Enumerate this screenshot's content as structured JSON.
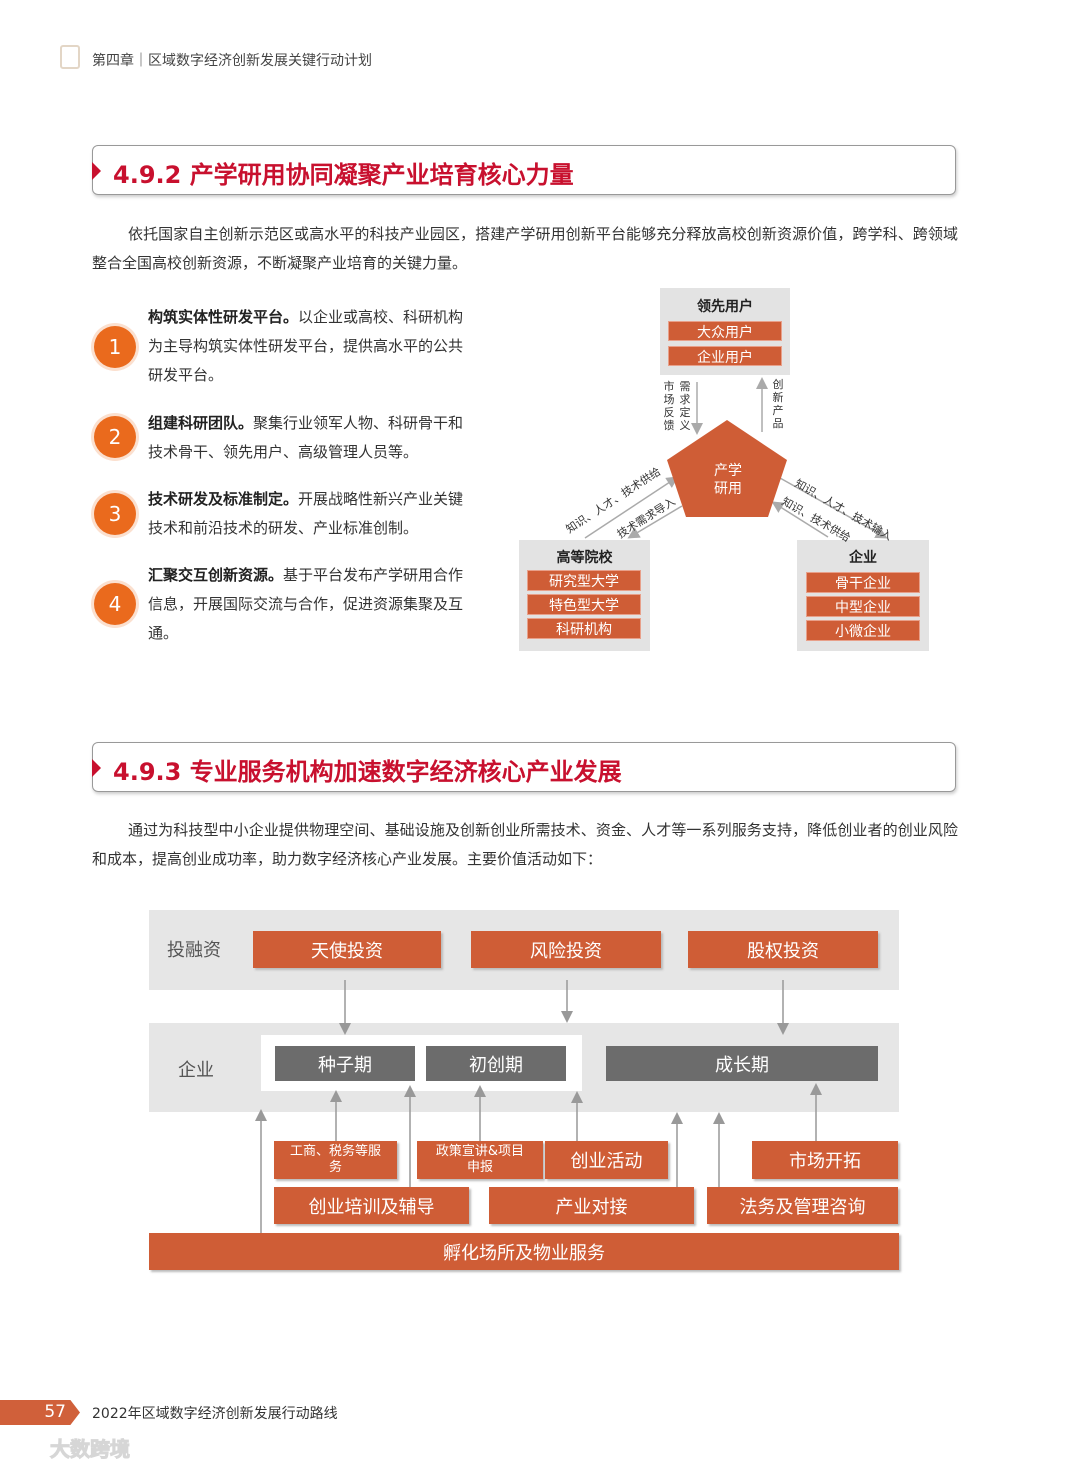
{
  "header": {
    "chapter": "第四章｜区域数字经济创新发展关键行动计划",
    "icon": "document-icon"
  },
  "section1": {
    "title": "4.9.2 产学研用协同凝聚产业培育核心力量",
    "intro": "依托国家自主创新示范区或高水平的科技产业园区，搭建产学研用创新平台能够充分释放高校创新资源价值，跨学科、跨领域整合全国高校创新资源，不断凝聚产业培育的关键力量。",
    "items": [
      {
        "num": "1",
        "title": "构筑实体性研发平台。",
        "text": "以企业或高校、科研机构为主导构筑实体性研发平台，提供高水平的公共研发平台。"
      },
      {
        "num": "2",
        "title": "组建科研团队。",
        "text": "聚集行业领军人物、科研骨干和技术骨干、领先用户、高级管理人员等。"
      },
      {
        "num": "3",
        "title": "技术研发及标准制定。",
        "text": "开展战略性新兴产业关键技术和前沿技术的研发、产业标准创制。"
      },
      {
        "num": "4",
        "title": "汇聚交互创新资源。",
        "text": "基于平台发布产学研用合作信息，开展国际交流与合作，促进资源集聚及互通。"
      }
    ],
    "diagram": {
      "center": [
        "产学",
        "研用"
      ],
      "top": {
        "title": "领先用户",
        "items": [
          "大众用户",
          "企业用户"
        ]
      },
      "left": {
        "title": "高等院校",
        "items": [
          "研究型大学",
          "特色型大学",
          "科研机构"
        ]
      },
      "right": {
        "title": "企业",
        "items": [
          "骨干企业",
          "中型企业",
          "小微企业"
        ]
      },
      "labels": {
        "market": "市场反馈",
        "demand": "需求定义",
        "product": "创新产品",
        "left_up": "知识、人才、技术供给",
        "left_down": "技术需求导入",
        "right_down": "知识、人才、技术输入",
        "right_up": "知识、技术供给"
      }
    }
  },
  "section2": {
    "title": "4.9.3 专业服务机构加速数字经济核心产业发展",
    "intro": "通过为科技型中小企业提供物理空间、基础设施及创新创业所需技术、资金、人才等一系列服务支持，降低创业者的创业风险和成本，提高创业成功率，助力数字经济核心产业发展。主要价值活动如下：",
    "flow": {
      "finance_label": "投融资",
      "finance": [
        "天使投资",
        "风险投资",
        "股权投资"
      ],
      "enterprise_label": "企业",
      "stages": [
        "种子期",
        "初创期",
        "成长期"
      ],
      "services": [
        "工商、税务等服务",
        "政策宣讲&项目申报",
        "创业活动",
        "市场开拓",
        "创业培训及辅导",
        "产业对接",
        "法务及管理咨询"
      ],
      "base": "孵化场所及物业服务"
    }
  },
  "footer": {
    "page": "57",
    "title": "2022年区域数字经济创新发展行动路线",
    "watermark": "大数跨境"
  },
  "colors": {
    "accent": "#cf5d36",
    "title_red": "#c8102e",
    "gray_box": "#e3e3e3",
    "stage_gray": "#6c6c6c"
  }
}
